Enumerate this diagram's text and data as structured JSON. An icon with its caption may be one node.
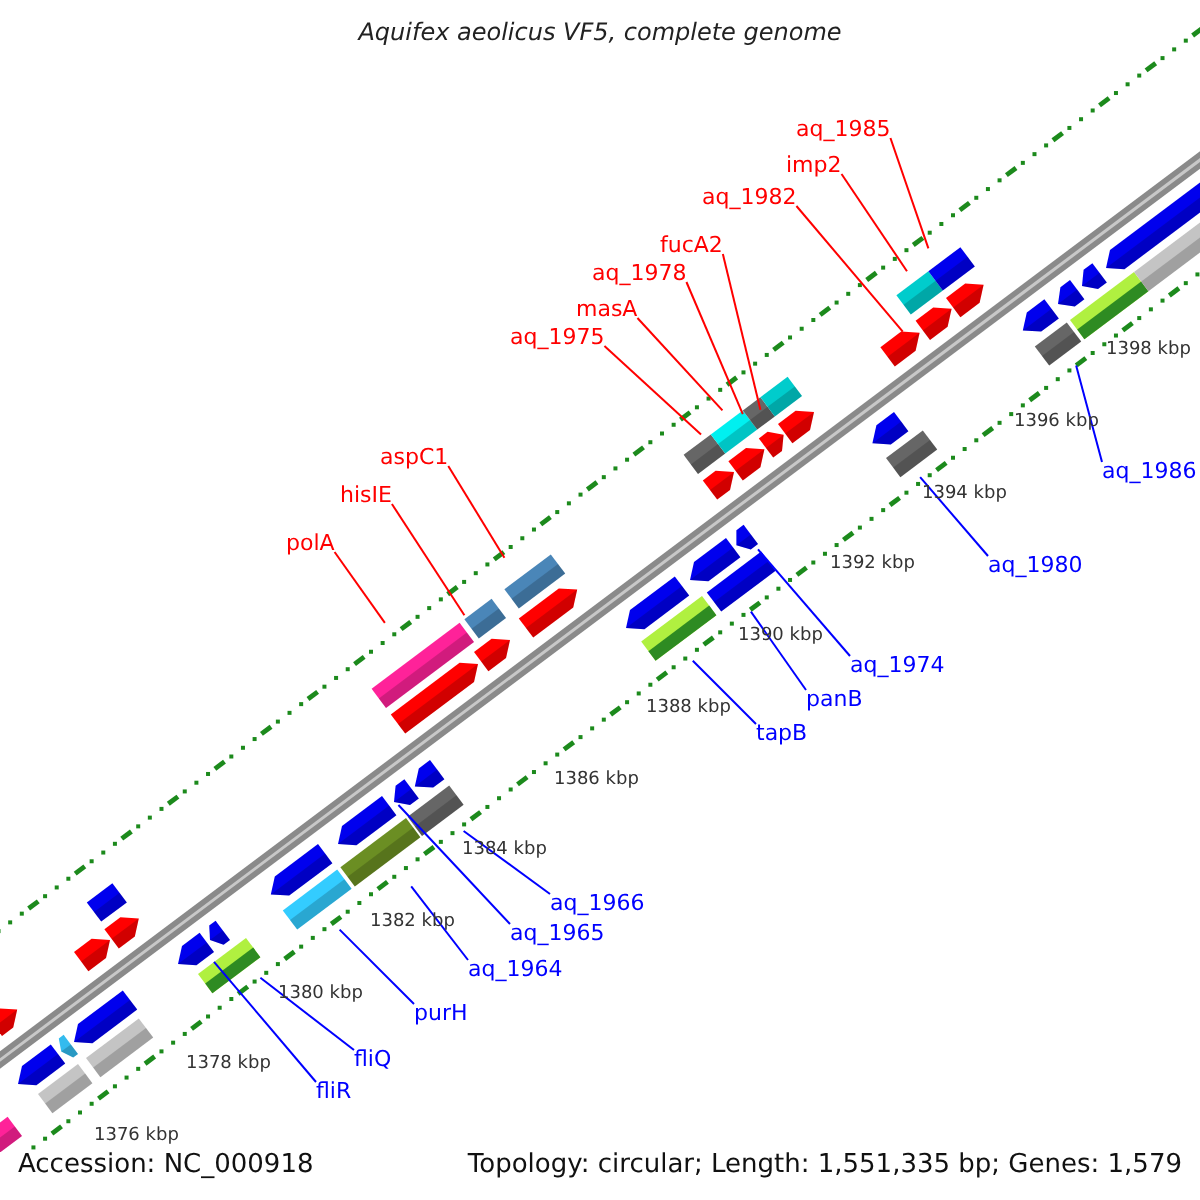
{
  "diagram": {
    "title": "Aquifex aeolicus VF5, complete genome",
    "nodes": [
      {
        "text": [
          "aq_1985"
        ]
      },
      {
        "text": [
          "imp2"
        ]
      },
      {
        "text": [
          "aq_1982"
        ]
      },
      {
        "text": [
          "fucA2"
        ]
      },
      {
        "text": [
          "aq_1978"
        ]
      },
      {
        "text": [
          "masA"
        ]
      },
      {
        "text": [
          "aq_1975"
        ]
      },
      {
        "text": [
          "aq_1986"
        ]
      },
      {
        "text": [
          "aspC1"
        ]
      },
      {
        "text": [
          "hisIE"
        ]
      },
      {
        "text": [
          "polA"
        ]
      },
      {
        "text": [
          "aq_1980"
        ]
      },
      {
        "text": [
          "aq_1974"
        ]
      },
      {
        "text": [
          "panB"
        ]
      },
      {
        "text": [
          "tapB"
        ]
      },
      {
        "text": [
          "aq_1966"
        ]
      },
      {
        "text": [
          "aq_1965"
        ]
      },
      {
        "text": [
          "aq_1964"
        ]
      },
      {
        "text": [
          "purH"
        ]
      },
      {
        "text": [
          "fliQ"
        ]
      },
      {
        "text": [
          "fliR"
        ]
      },
      {
        "text": [],
        "shape": "box"
      },
      {
        "text": [],
        "shape": "pentagon"
      },
      {
        "text": [],
        "shape": "pentagon"
      },
      {
        "text": [],
        "shape": "box"
      },
      {
        "text": [],
        "shape": "pentagon"
      },
      {
        "text": [],
        "shape": "pentagon"
      },
      {
        "text": [],
        "shape": "box"
      },
      {
        "text": [],
        "shape": "pentagon"
      },
      {
        "text": [],
        "shape": "pentagon"
      },
      {
        "text": [],
        "shape": "box"
      },
      {
        "text": [],
        "shape": "pentagon"
      },
      {
        "text": [],
        "shape": "box"
      },
      {
        "text": [],
        "shape": "pentagon"
      },
      {
        "text": [],
        "shape": "pentagon"
      },
      {
        "text": [],
        "shape": "box"
      },
      {
        "text": [],
        "shape": "box"
      },
      {
        "text": [],
        "shape": "pentagon"
      },
      {
        "text": [],
        "shape": "pentagon"
      },
      {
        "text": [],
        "shape": "box"
      },
      {
        "text": [],
        "shape": "pentagon"
      },
      {
        "text": [],
        "shape": "box"
      },
      {
        "text": [],
        "shape": "pentagon"
      },
      {
        "text": [],
        "shape": "pentagon"
      },
      {
        "text": [],
        "shape": "box"
      },
      {
        "text": [],
        "shape": "pentagon"
      },
      {
        "text": [],
        "shape": "box"
      },
      {
        "text": [],
        "shape": "pentagon"
      },
      {
        "text": [],
        "shape": "box"
      },
      {
        "text": [],
        "shape": "pentagon"
      },
      {
        "text": [],
        "shape": "box"
      },
      {
        "text": [],
        "shape": "pentagon"
      },
      {
        "text": [],
        "shape": "box"
      },
      {
        "text": [],
        "shape": "pentagon"
      },
      {
        "text": [],
        "shape": "pentagon"
      },
      {
        "text": [],
        "shape": "box"
      },
      {
        "text": [],
        "shape": "pentagon"
      },
      {
        "text": [],
        "shape": "box"
      },
      {
        "text": [],
        "shape": "pentagon"
      },
      {
        "text": [],
        "shape": "box"
      },
      {
        "text": [],
        "shape": "pentagon"
      },
      {
        "text": [],
        "shape": "box"
      },
      {
        "text": [],
        "shape": "pentagon"
      },
      {
        "text": [],
        "shape": "box"
      },
      {
        "text": [],
        "shape": "pentagon"
      },
      {
        "text": [],
        "shape": "pentagon"
      },
      {
        "text": [],
        "shape": "box"
      },
      {
        "text": [],
        "shape": "pentagon"
      },
      {
        "text": [],
        "shape": "box"
      },
      {
        "text": [],
        "shape": "pentagon"
      },
      {
        "text": [],
        "shape": "box"
      },
      {
        "text": [],
        "shape": "pentagon"
      },
      {
        "text": [],
        "shape": "pentagon"
      },
      {
        "text": [],
        "shape": "box"
      }
    ],
    "edges": [
      {
        "from": 0,
        "to": 66,
        "arrow": "none",
        "color": "#ff0000"
      },
      {
        "from": 1,
        "to": 63,
        "arrow": "none",
        "color": "#ff0000"
      },
      {
        "from": 2,
        "to": 62,
        "arrow": "none",
        "color": "#ff0000"
      },
      {
        "from": 3,
        "to": 59,
        "arrow": "none",
        "color": "#ff0000"
      },
      {
        "from": 4,
        "to": 57,
        "arrow": "none",
        "color": "#ff0000"
      },
      {
        "from": 5,
        "to": 55,
        "arrow": "none",
        "color": "#ff0000"
      },
      {
        "from": 6,
        "to": 52,
        "arrow": "none",
        "color": "#ff0000"
      },
      {
        "from": 7,
        "to": 68,
        "arrow": "none"
      },
      {
        "from": 8,
        "to": 46,
        "arrow": "none",
        "color": "#ff0000"
      },
      {
        "from": 9,
        "to": 44,
        "arrow": "none",
        "color": "#ff0000"
      },
      {
        "from": 10,
        "to": 41,
        "arrow": "none",
        "color": "#ff0000"
      },
      {
        "from": 11,
        "to": 61,
        "arrow": "none"
      },
      {
        "from": 12,
        "to": 51,
        "arrow": "none"
      },
      {
        "from": 13,
        "to": 50,
        "arrow": "none"
      },
      {
        "from": 14,
        "to": 48,
        "arrow": "none"
      },
      {
        "from": 15,
        "to": 39,
        "arrow": "none"
      },
      {
        "from": 16,
        "to": 38,
        "arrow": "none"
      },
      {
        "from": 17,
        "to": 36,
        "arrow": "none"
      },
      {
        "from": 18,
        "to": 35,
        "arrow": "none"
      },
      {
        "from": 19,
        "to": 32,
        "arrow": "none"
      },
      {
        "from": 20,
        "to": 31,
        "arrow": "none"
      }
    ],
    "labels": [
      "1398 kbp",
      "1396 kbp",
      "1394 kbp",
      "1392 kbp",
      "1390 kbp",
      "1388 kbp",
      "1386 kbp",
      "1384 kbp",
      "1382 kbp",
      "1380 kbp",
      "1378 kbp",
      "1376 kbp",
      "Accession: NC_000918",
      "Topology: circular; Length: 1,551,335 bp; Genes: 1,579"
    ]
  }
}
